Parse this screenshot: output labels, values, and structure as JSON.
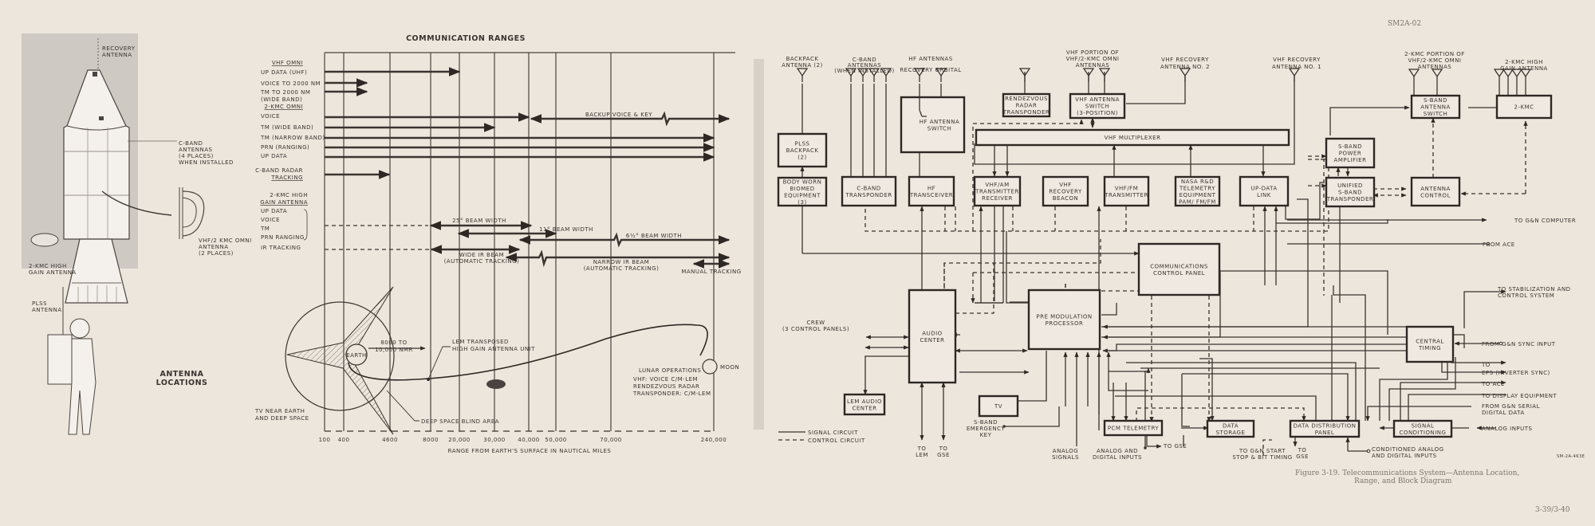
{
  "document": {
    "doc_id": "SM2A-02",
    "page_number": "3-39/3-40",
    "drawing_code": "SM-2A-463E",
    "caption_line1": "Figure 3-19.  Telecommunications System—Antenna Location,",
    "caption_line2": "Range, and Block Diagram"
  },
  "antenna_locations": {
    "title_line1": "ANTENNA",
    "title_line2": "LOCATIONS",
    "labels": {
      "recovery": [
        "RECOVERY",
        "ANTENNA"
      ],
      "cband": [
        "C-BAND",
        "ANTENNAS",
        "(4 PLACES)",
        "WHEN INSTALLED"
      ],
      "vhf_omni": [
        "VHF/2 KMC OMNI",
        "ANTENNA",
        "(2 PLACES)"
      ],
      "high_gain": [
        "2-KMC HIGH",
        "GAIN ANTENNA"
      ],
      "plss": [
        "PLSS",
        "ANTENNA"
      ]
    }
  },
  "chart_data": {
    "type": "range-chart",
    "title": "COMMUNICATION RANGES",
    "xlabel": "RANGE FROM EARTH'S SURFACE IN NAUTICAL MILES",
    "x_ticks": [
      "100",
      "400",
      "4600",
      "8000",
      "20,000",
      "30,000",
      "40,000",
      "50,000",
      "70,000",
      "240,000"
    ],
    "groups": [
      {
        "name": "VHF OMNI",
        "rows": [
          {
            "label": "UP DATA (UHF)",
            "from": "100",
            "to": "20,000",
            "style": "solid"
          },
          {
            "label": "VOICE TO 2000 NM",
            "from": "100",
            "to": "2000",
            "style": "solid"
          },
          {
            "label": "TM TO 2000 NM (WIDE BAND)",
            "from": "100",
            "to": "2000",
            "style": "solid"
          }
        ]
      },
      {
        "name": "2-KMC OMNI",
        "rows": [
          {
            "label": "VOICE",
            "from": "100",
            "to": "240,000+",
            "style": "solid",
            "note": "BACKUP VOICE & KEY (from 8000)"
          },
          {
            "label": "TM (WIDE BAND)",
            "from": "100",
            "to": "40,000",
            "style": "solid"
          },
          {
            "label": "TM (NARROW BAND)",
            "from": "100",
            "to": "240,000",
            "style": "solid"
          },
          {
            "label": "PRN (RANGING)",
            "from": "100",
            "to": "240,000",
            "style": "solid"
          },
          {
            "label": "UP DATA",
            "from": "100",
            "to": "240,000",
            "style": "solid"
          }
        ]
      },
      {
        "name": "C-BAND RADAR TRACKING",
        "rows": [
          {
            "label": "C-BAND RADAR TRACKING",
            "from": "100",
            "to": "4600",
            "style": "solid"
          }
        ]
      },
      {
        "name": "2-KMC HIGH GAIN ANTENNA",
        "rows": [
          {
            "label": "UP DATA / VOICE / TM / PRN RANGING",
            "segments": [
              {
                "label": "25° BEAM WIDTH",
                "from": "8000",
                "to": "30,000"
              },
              {
                "label": "11° BEAM WIDTH",
                "from": "20,000",
                "to": "50,000"
              },
              {
                "label": "6½° BEAM WIDTH",
                "from": "40,000",
                "to": "240,000+"
              }
            ]
          },
          {
            "label": "IR TRACKING",
            "segments": [
              {
                "label": "WIDE IR BEAM (AUTOMATIC TRACKING)",
                "from": "20,000",
                "to": "40,000"
              },
              {
                "label": "NARROW IR BEAM (AUTOMATIC TRACKING)",
                "from": "40,000",
                "to": "240,000+"
              },
              {
                "label": "MANUAL TRACKING",
                "from": "70,000+",
                "to": "240,000+"
              }
            ]
          }
        ]
      }
    ],
    "annotations": {
      "backup_voice": "BACKUP VOICE & KEY",
      "earth": "EARTH",
      "nmr": [
        "8000 TO",
        "10,000 NMR"
      ],
      "lem": [
        "LEM TRANSPOSED",
        "HIGH GAIN ANTENNA UNIT"
      ],
      "blind": "DEEP SPACE BLIND AREA",
      "tv": [
        "TV NEAR EARTH",
        "AND DEEP SPACE"
      ],
      "lunar": [
        "LUNAR OPERATIONS",
        "VHF: VOICE C/M-LEM",
        "RENDEZVOUS RADAR",
        "TRANSPONDER: C/M-LEM"
      ],
      "moon": "MOON"
    }
  },
  "block_diagram": {
    "antenna_labels": {
      "backpack": [
        "BACKPACK",
        "ANTENNA  (2)"
      ],
      "cband": [
        "C-BAND",
        "ANTENNAS",
        "(WHEN INSTALLED)"
      ],
      "hf": [
        "HF   ANTENNAS",
        "RECOVERY  ORBITAL"
      ],
      "vhf_omni": [
        "VHF PORTION OF",
        "VHF/2-KMC OMNI",
        "ANTENNAS"
      ],
      "vhf_rec2": [
        "VHF RECOVERY",
        "ANTENNA NO. 2"
      ],
      "vhf_rec1": [
        "VHF RECOVERY",
        "ANTENNA NO. 1"
      ],
      "kmc_omni": [
        "2-KMC PORTION OF",
        "VHF/2-KMC OMNI",
        "ANTENNAS"
      ],
      "kmc_hg": [
        "2-KMC HIGH",
        "GAIN ANTENNA"
      ]
    },
    "boxes": {
      "plss": [
        "PLSS",
        "BACKPACK",
        "(2)"
      ],
      "biomed": [
        "BODY WORN",
        "BIOMED",
        "EQUIPMENT",
        "(3)"
      ],
      "cband_tp": [
        "C-BAND",
        "TRANSPONDER"
      ],
      "hf_switch": [
        "HF ANTENNA",
        "SWITCH"
      ],
      "hf_trx": [
        "HF",
        "TRANSCEIVER"
      ],
      "rr_tp": [
        "RENDEZVOUS",
        "RADAR",
        "TRANSPONDER"
      ],
      "vhf_sw": [
        "VHF ANTENNA",
        "SWITCH",
        "(3-POSITION)"
      ],
      "vhf_mux": [
        "VHF  MULTIPLEXER"
      ],
      "vhf_am": [
        "VHF/AM",
        "TRANSMITTER",
        "RECEIVER"
      ],
      "vhf_beacon": [
        "VHF",
        "RECOVERY",
        "BEACON"
      ],
      "vhf_fm": [
        "VHF/FM",
        "TRANSMITTER"
      ],
      "nasa": [
        "NASA R&D",
        "TELEMETRY",
        "EQUIPMENT",
        "PAM/ FM/FM"
      ],
      "updata": [
        "UP-DATA",
        "LINK"
      ],
      "sband_pa": [
        "S-BAND",
        "POWER",
        "AMPLIFIER"
      ],
      "usb": [
        "UNIFIED",
        "S-BAND",
        "TRANSPONDER"
      ],
      "sband_sw": [
        "S-BAND",
        "ANTENNA",
        "SWITCH"
      ],
      "kmc": [
        "2-KMC"
      ],
      "ant_ctrl": [
        "ANTENNA",
        "CONTROL"
      ],
      "ccp": [
        "COMMUNICATIONS",
        "CONTROL PANEL"
      ],
      "audio": [
        "AUDIO",
        "CENTER"
      ],
      "pmp": [
        "PRE MODULATION",
        "PROCESSOR"
      ],
      "lem_audio": [
        "LEM AUDIO",
        "CENTER"
      ],
      "tv": [
        "TV"
      ],
      "pcm": [
        "PCM TELEMETRY"
      ],
      "storage": [
        "DATA",
        "STORAGE"
      ],
      "ddp": [
        "DATA DISTRIBUTION",
        "PANEL"
      ],
      "sigcond": [
        "SIGNAL",
        "CONDITIONING"
      ],
      "timing": [
        "CENTRAL",
        "TIMING"
      ]
    },
    "io_labels": {
      "to_gn_computer": "TO G&N COMPUTER",
      "from_ace": "FROM  ACE",
      "to_stab": [
        "TO STABILIZATION AND",
        "CONTROL SYSTEM"
      ],
      "gn_sync": "FROM G&N SYNC INPUT",
      "eps": [
        "TO",
        "EPS (INVERTER SYNC)"
      ],
      "to_ace": "TO  ACE",
      "display": "TO DISPLAY EQUIPMENT",
      "serial": [
        "FROM G&N SERIAL",
        "DIGITAL DATA"
      ],
      "analog_inputs": "ANALOG INPUTS",
      "crew": [
        "CREW",
        "(3 CONTROL PANELS)"
      ],
      "to_lem": [
        "TO",
        "LEM"
      ],
      "to_gse1": [
        "TO",
        "GSE"
      ],
      "emergency": [
        "S-BAND",
        "EMERGENCY",
        "KEY"
      ],
      "analog_signals": [
        "ANALOG",
        "SIGNALS"
      ],
      "analog_digital": [
        "ANALOG AND",
        "DIGITAL INPUTS"
      ],
      "to_gse2": "TO GSE",
      "gn_start": [
        "TO G&N START",
        "STOP & BIT TIMING"
      ],
      "to_gse3": [
        "TO",
        "GSE"
      ],
      "conditioned": [
        "CONDITIONED ANALOG",
        "AND DIGITAL INPUTS"
      ]
    },
    "legend": {
      "signal": "SIGNAL CIRCUIT",
      "control": "CONTROL CIRCUIT"
    }
  }
}
